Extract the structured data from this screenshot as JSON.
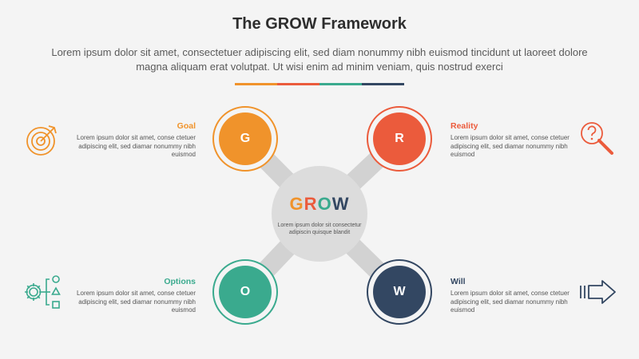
{
  "title": "The GROW Framework",
  "intro": "Lorem ipsum dolor sit amet, consectetuer adipiscing elit, sed diam nonummy nibh euismod tincidunt ut laoreet dolore magna aliquam erat volutpat. Ut wisi enim ad minim veniam, quis nostrud exerci",
  "colors": {
    "goal": "#f0932b",
    "reality": "#eb5b3c",
    "options": "#3aaa8e",
    "will": "#334762",
    "accent_bar": [
      "#f0932b",
      "#eb5b3c",
      "#3aaa8e",
      "#334762"
    ],
    "hub": "#dcdcdc",
    "connector": "#d2d2d2"
  },
  "center": {
    "letters": [
      "G",
      "R",
      "O",
      "W"
    ],
    "text": "Lorem ipsum dolor sit consectetur adipiscin quisque blandit"
  },
  "steps": [
    {
      "key": "goal",
      "letter": "G",
      "title": "Goal",
      "text": "Lorem ipsum dolor sit amet, conse ctetuer adipiscing elit, sed diamar nonummy nibh euismod",
      "icon": "target-icon"
    },
    {
      "key": "reality",
      "letter": "R",
      "title": "Reality",
      "text": "Lorem ipsum dolor sit amet, conse ctetuer adipiscing elit, sed diamar nonummy nibh euismod",
      "icon": "magnifier-question-icon"
    },
    {
      "key": "options",
      "letter": "O",
      "title": "Options",
      "text": "Lorem ipsum dolor sit amet, conse ctetuer adipiscing elit, sed diamar nonummy nibh euismod",
      "icon": "gear-shapes-icon"
    },
    {
      "key": "will",
      "letter": "W",
      "title": "Will",
      "text": "Lorem ipsum dolor sit amet, conse ctetuer adipiscing elit, sed diamar nonummy nibh euismod",
      "icon": "arrow-right-icon"
    }
  ]
}
